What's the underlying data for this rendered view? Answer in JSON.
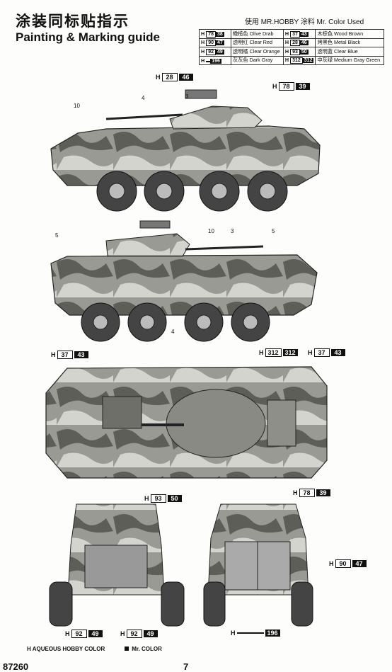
{
  "header": {
    "title_cn": "涂装同标贴指示",
    "title_en": "Painting & Marking guide",
    "used_label": "使用  MR.HOBBY 涂料    Mr. Color Used"
  },
  "paint_table": [
    {
      "h": "H",
      "code": "78",
      "mr": "38",
      "cn": "橄榄色",
      "en": "Olive Drab",
      "h2": "H",
      "code2": "37",
      "mr2": "43",
      "cn2": "木棕色",
      "en2": "Wood Brown"
    },
    {
      "h": "H",
      "code": "90",
      "mr": "47",
      "cn": "透明红",
      "en": "Clear Red",
      "h2": "H",
      "code2": "28",
      "mr2": "46",
      "cn2": "烤黑色",
      "en2": "Metal Black"
    },
    {
      "h": "H",
      "code": "92",
      "mr": "49",
      "cn": "透明橘",
      "en": "Clear Orange",
      "h2": "H",
      "code2": "93",
      "mr2": "50",
      "cn2": "透明蓝",
      "en2": "Clear Blue"
    },
    {
      "h": "H",
      "code": "",
      "mr": "196",
      "cn": "灰灰色",
      "en": "Dark Gray",
      "h2": "H",
      "code2": "312",
      "mr2": "312",
      "cn2": "中灰绿",
      "en2": "Medium Gray Green"
    }
  ],
  "callouts": [
    {
      "h": "H",
      "code": "28",
      "mr": "46"
    },
    {
      "h": "H",
      "code": "78",
      "mr": "39"
    },
    {
      "h": "H",
      "code": "37",
      "mr": "43"
    },
    {
      "h": "H",
      "code": "312",
      "mr": "312"
    },
    {
      "h": "H",
      "code": "37",
      "mr": "43"
    },
    {
      "h": "H",
      "code": "78",
      "mr": "39"
    },
    {
      "h": "H",
      "code": "93",
      "mr": "50"
    },
    {
      "h": "H",
      "code": "90",
      "mr": "47"
    },
    {
      "h": "H",
      "code": "92",
      "mr": "49"
    },
    {
      "h": "H",
      "code": "92",
      "mr": "49"
    },
    {
      "h": "H",
      "code": "",
      "mr": "196"
    }
  ],
  "part_numbers": [
    "10",
    "4",
    "3",
    "5",
    "10",
    "3",
    "5",
    "4"
  ],
  "legend": {
    "aqueous": "H  AQUEOUS HOBBY COLOR",
    "mrcolor": "Mr. COLOR"
  },
  "footer": {
    "left": "87260",
    "page": "7"
  }
}
